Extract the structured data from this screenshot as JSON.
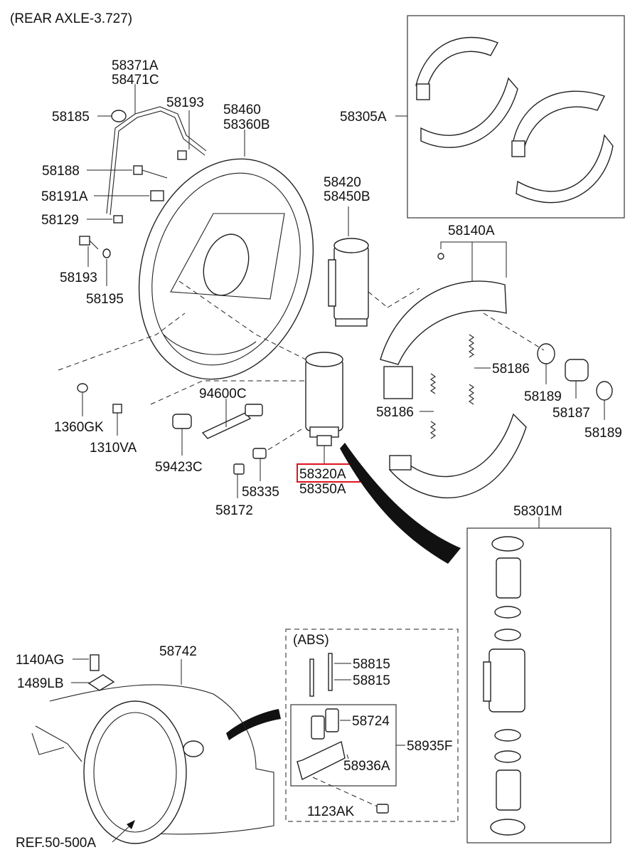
{
  "header": {
    "title": "(REAR AXLE-3.727)"
  },
  "labels": {
    "p58371A": "58371A",
    "p58471C": "58471C",
    "p58185": "58185",
    "p58193_top": "58193",
    "p58460": "58460",
    "p58360B": "58360B",
    "p58305A": "58305A",
    "p58188": "58188",
    "p58191A": "58191A",
    "p58129": "58129",
    "p58193_bot": "58193",
    "p58195": "58195",
    "p58420": "58420",
    "p58450B": "58450B",
    "p58140A": "58140A",
    "p58186_right": "58186",
    "p58186_left": "58186",
    "p58189_a": "58189",
    "p58187": "58187",
    "p58189_b": "58189",
    "p94600C": "94600C",
    "p1360GK": "1360GK",
    "p1310VA": "1310VA",
    "p59423C": "59423C",
    "p58320A": "58320A",
    "p58350A": "58350A",
    "p58335": "58335",
    "p58172": "58172",
    "p58301M": "58301M",
    "abs_title": "(ABS)",
    "p58815_a": "58815",
    "p58815_b": "58815",
    "p58724": "58724",
    "p58935F": "58935F",
    "p58936A": "58936A",
    "p1123AK": "1123AK",
    "p1140AG": "1140AG",
    "p1489LB": "1489LB",
    "p58742": "58742",
    "ref": "REF.50-500A"
  },
  "highlight": {
    "part": "58320A",
    "color": "#e0141e"
  }
}
